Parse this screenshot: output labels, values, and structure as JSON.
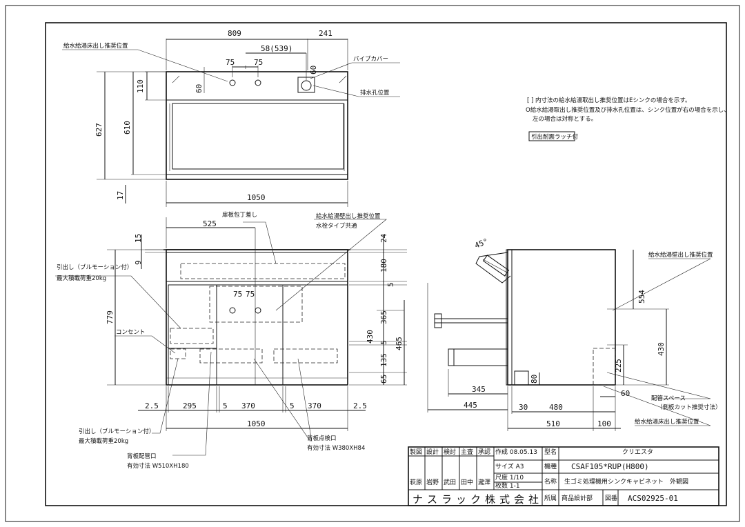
{
  "top_view": {
    "dims": [
      "809",
      "241",
      "75",
      "75",
      "58(539)",
      "60",
      "60",
      "110",
      "627",
      "610",
      "17",
      "1050"
    ],
    "labels": {
      "faucet_floor": "給水給湯床出し推奨位置",
      "pipe_cover": "パイプカバー",
      "drain": "排水孔位置"
    }
  },
  "front_view": {
    "dims": [
      "525",
      "24",
      "15",
      "9",
      "180",
      "5",
      "365",
      "5",
      "430",
      "465",
      "135",
      "65",
      "779",
      "2.5",
      "295",
      "5",
      "370",
      "5",
      "370",
      "2.5",
      "1050",
      "75",
      "75"
    ],
    "labels": {
      "top_step": "扉板包丁差し",
      "wall_outlet": "給水給湯壁出し推奨位置",
      "faucet_common": "水栓タイプ共通",
      "drawer_a": "引出し（ブルモーション付）",
      "drawer_a_load": "最大積載荷重20kg",
      "outlet": "コンセント",
      "drawer_b": "引出し（ブルモーション付）",
      "drawer_b_load": "最大積載荷重20kg",
      "back_pipe": "背板配管口",
      "back_pipe_size": "有効寸法 W510XH180",
      "back_inspect": "背板点検口",
      "back_inspect_size": "有効寸法 W380XH84"
    }
  },
  "side_view": {
    "dims": [
      "45°",
      "554",
      "430",
      "225",
      "60",
      "80",
      "345",
      "445",
      "30",
      "480",
      "510",
      "100"
    ],
    "labels": {
      "wall_outlet": "給水給湯壁出し推奨位置",
      "pipe_space": "配管スペース",
      "pipe_space_note": "（側板カット推奨寸法）",
      "floor_outlet": "給水給湯床出し推奨位置"
    }
  },
  "notes": {
    "line1": "[  ] 内寸法の給水給湯取出し推奨位置はEシンクの場合を示す。",
    "line2": "O給水給湯取出し推奨位置及び排水孔位置は、シンク位置が右の場合を示し、",
    "line3": "左の場合は対称とする。",
    "latch": "引出耐震ラッチ付"
  },
  "title_block": {
    "headers": [
      "製図",
      "設計",
      "検討",
      "主査",
      "承認"
    ],
    "names": [
      "萩原",
      "岩野",
      "武田",
      "田中",
      "瀧澤"
    ],
    "created": "作成 08.05.13",
    "size": "サイズ  A3",
    "scale": "尺度 1/10",
    "sheets": "枚数  1-1",
    "model_label": "型名",
    "model": "クリエスタ",
    "type_label": "機種",
    "type": "CSAF105*RUP(H800)",
    "name_label": "名称",
    "name": "生ゴミ処理機用シンクキャビネット　外観図",
    "company": "ナスラック株式会社",
    "dept_label": "所属",
    "dept": "商品設計部",
    "drawing_label": "図番",
    "drawing_no": "ACS02925-01"
  }
}
